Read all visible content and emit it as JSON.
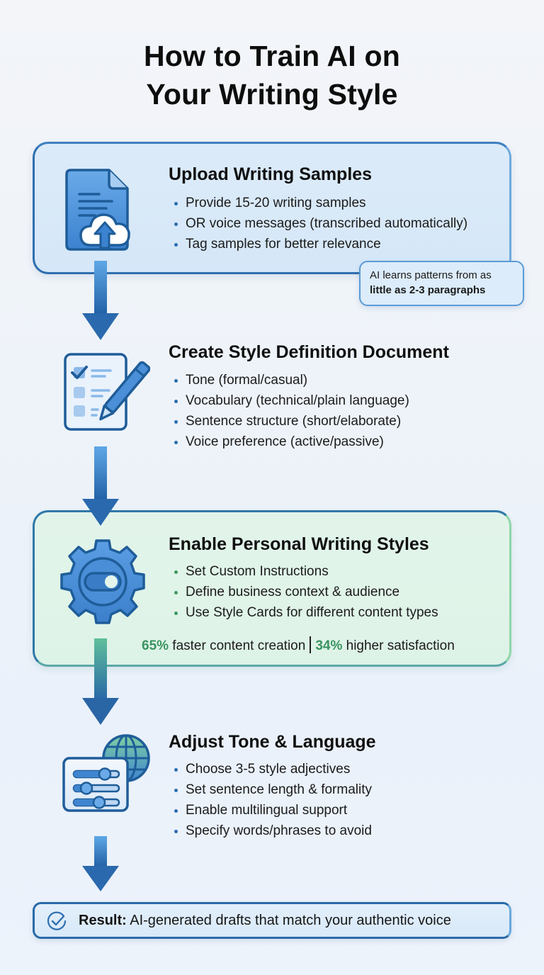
{
  "title": {
    "line1": "How to Train AI on",
    "line2": "Your Writing Style"
  },
  "steps": [
    {
      "icon": "document-cloud-upload-icon",
      "title": "Upload Writing Samples",
      "bullets": [
        "Provide 15-20 writing samples",
        "OR voice messages (transcribed automatically)",
        "Tag samples for better relevance"
      ],
      "callout": {
        "text": "AI learns patterns from as",
        "bold": "little as 2-3 paragraphs"
      }
    },
    {
      "icon": "checklist-pen-icon",
      "title": "Create Style Definition Document",
      "bullets": [
        "Tone (formal/casual)",
        "Vocabulary (technical/plain language)",
        "Sentence structure (short/elaborate)",
        "Voice preference (active/passive)"
      ]
    },
    {
      "icon": "gear-toggle-icon",
      "title": "Enable Personal Writing Styles",
      "bullets": [
        "Set Custom Instructions",
        "Define business context & audience",
        "Use Style Cards for different content types"
      ],
      "stats": {
        "stat1_value": "65%",
        "stat1_label": " faster content creation",
        "stat2_value": "34%",
        "stat2_label": " higher satisfaction"
      }
    },
    {
      "icon": "sliders-globe-icon",
      "title": "Adjust Tone & Language",
      "bullets": [
        "Choose 3-5 style adjectives",
        "Set sentence length & formality",
        "Enable multilingual support",
        "Specify words/phrases to avoid"
      ]
    }
  ],
  "result": {
    "icon": "check-circle-icon",
    "label": "Result:",
    "text": " AI-generated drafts that match your authentic voice"
  },
  "colors": {
    "primary_blue": "#2f6fb0",
    "card_blue_bg": "#d8e9f8",
    "card_green_bg": "#e0f3e9",
    "stat_green": "#3a9360"
  }
}
